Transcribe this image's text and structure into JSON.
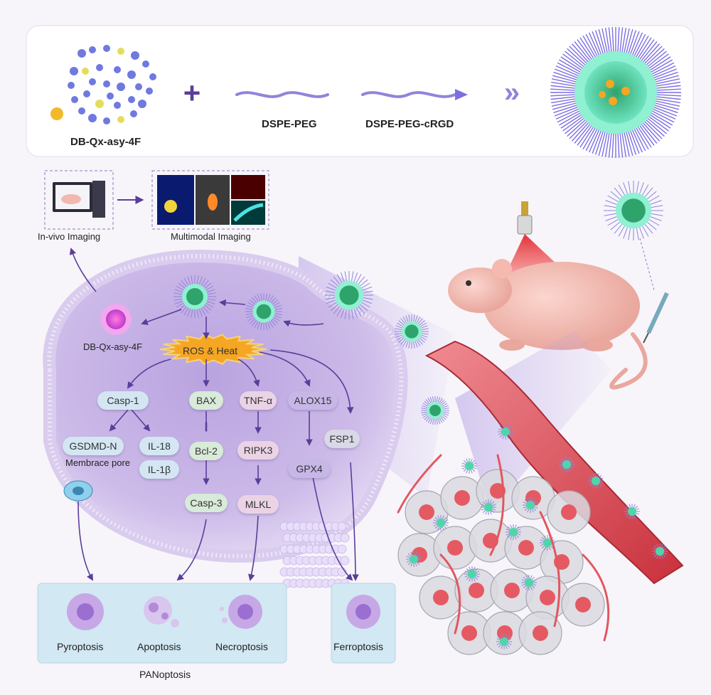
{
  "top_panel": {
    "molecule_label": "DB-Qx-asy-4F",
    "plus_sign": "+",
    "dspe_peg_label": "DSPE-PEG",
    "dspe_peg_crgd_label": "DSPE-PEG-cRGD",
    "arrow_glyph": "»"
  },
  "imaging": {
    "in_vivo_label": "In-vivo Imaging",
    "multimodal_label": "Multimodal Imaging"
  },
  "cell": {
    "released_dye_label": "DB-Qx-asy-4F",
    "trigger_label": "ROS & Heat",
    "membrane_pore_label": "Membrace pore",
    "pathways": {
      "pyro": [
        "Casp-1",
        "GSDMD-N",
        "IL-18",
        "IL-1β"
      ],
      "apo": [
        "BAX",
        "Bcl-2",
        "Casp-3"
      ],
      "necro": [
        "TNF-α",
        "RIPK3",
        "MLKL"
      ],
      "ferro": [
        "ALOX15",
        "GPX4",
        "FSP1"
      ]
    }
  },
  "outcomes": {
    "pyroptosis": "Pyroptosis",
    "apoptosis": "Apoptosis",
    "necroptosis": "Necroptosis",
    "ferroptosis": "Ferroptosis",
    "group_label": "PANoptosis"
  },
  "colors": {
    "background": "#f7f5fa",
    "panel": "#ffffff",
    "cell_body": "#c9b6e6",
    "arrow": "#5b3d9a",
    "laser": "#e0282b",
    "vessel": "#d9454e",
    "nanoparticle_core": "#4fd6a8",
    "peg_corona": "#7c6fe0"
  }
}
